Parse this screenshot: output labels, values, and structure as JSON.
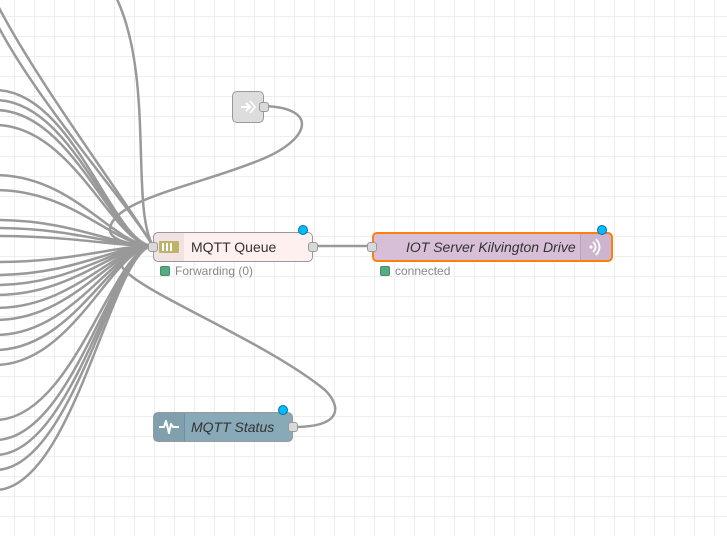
{
  "colors": {
    "queue_node": "#fdf0ef",
    "mqtt_out_node": "#d8bfd8",
    "mqtt_out_selected_border": "#ff7f0e",
    "status_node": "#87a9b8",
    "link_node": "#dddddd",
    "wire": "#999999",
    "changed_indicator": "#00bcff",
    "status_ok": "#5a8"
  },
  "nodes": {
    "link_in": {
      "icon": "link-icon"
    },
    "queue": {
      "label": "MQTT Queue",
      "icon": "queue-icon",
      "status_text": "Forwarding (0)"
    },
    "mqtt_out": {
      "label": "IOT Server Kilvington Drive",
      "icon": "wifi-signal-icon",
      "status_text": "connected"
    },
    "mqtt_status": {
      "label": "MQTT Status",
      "icon": "pulse-icon"
    }
  }
}
